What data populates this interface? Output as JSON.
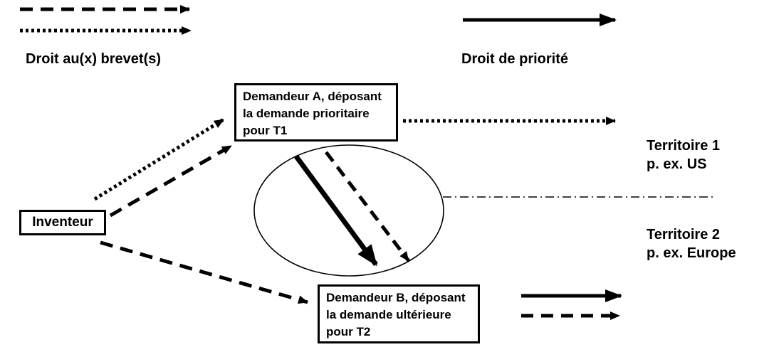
{
  "colors": {
    "ink": "#000000",
    "background": "#ffffff"
  },
  "legend": {
    "patent_right_label": "Droit au(x) brevet(s)",
    "priority_right_label": "Droit de priorité"
  },
  "nodes": {
    "inventor": {
      "label": "Inventeur"
    },
    "applicant_a": {
      "lines": [
        "Demandeur A, déposant",
        "la demande prioritaire",
        "pour T1"
      ]
    },
    "applicant_b": {
      "lines": [
        "Demandeur B, déposant",
        "la demande ultérieure",
        "pour T2"
      ]
    }
  },
  "territories": {
    "t1": {
      "name": "Territoire 1",
      "example": "p. ex. US"
    },
    "t2": {
      "name": "Territoire 2",
      "example": "p. ex. Europe"
    }
  }
}
